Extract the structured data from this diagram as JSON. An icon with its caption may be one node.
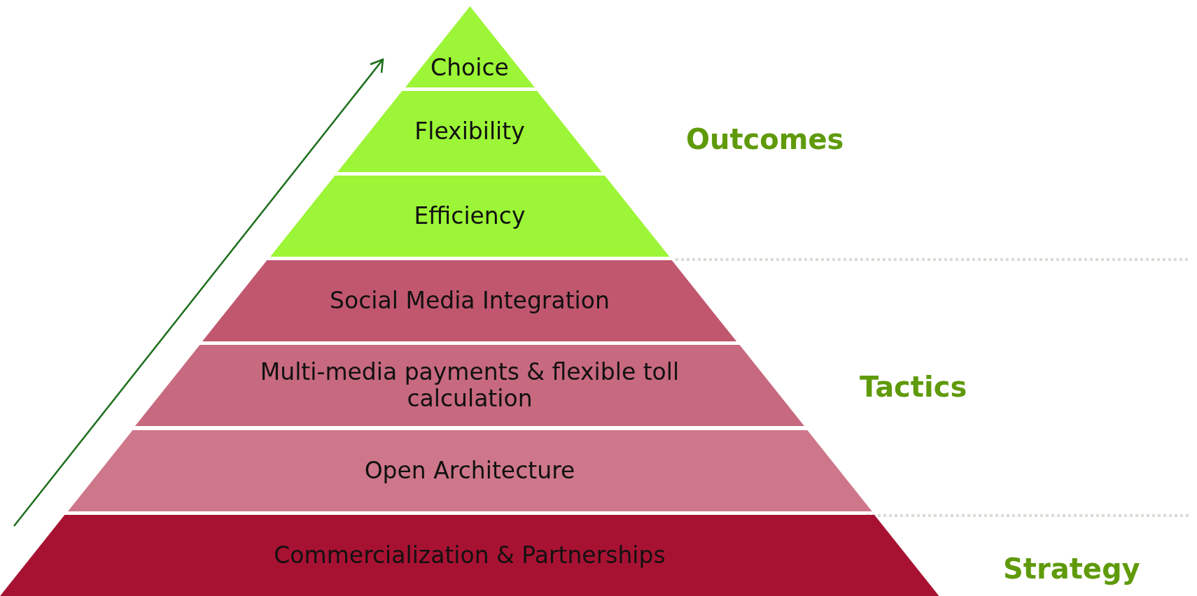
{
  "diagram": {
    "nodes": [
      {
        "text": [
          "Choice"
        ]
      },
      {
        "text": [
          "Flexibility"
        ]
      },
      {
        "text": [
          "Efficiency"
        ]
      },
      {
        "text": [
          "Social Media Integration"
        ]
      },
      {
        "text": [
          "Multi-media payments & flexible toll calculation"
        ]
      },
      {
        "text": [
          "Open Architecture"
        ]
      },
      {
        "text": [
          "Commercialization & Partnerships"
        ]
      }
    ],
    "labels": [
      "Outcomes",
      "Tactics",
      "Strategy"
    ]
  }
}
